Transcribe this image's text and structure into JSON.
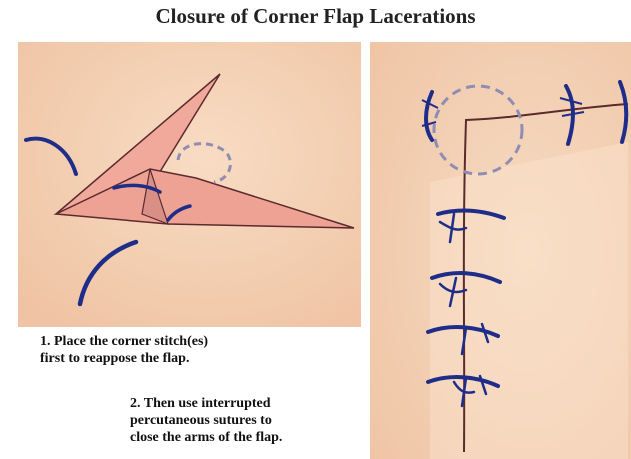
{
  "figure": {
    "title": "Closure of Corner Flap Lacerations",
    "captions": [
      {
        "lines": [
          "1. Place the corner stitch(es)",
          "first to reappose the flap."
        ]
      },
      {
        "lines": [
          "2. Then use interrupted",
          "percutaneous sutures to",
          "close the arms of the flap."
        ]
      }
    ]
  },
  "colors": {
    "skin": "#f4d2b4",
    "skin_light": "#f8dcc3",
    "flap": "#f1a99c",
    "wound_edge": "#5b2a2e",
    "suture": "#1f2d8a",
    "dashed_circle": "#8f8db3"
  }
}
